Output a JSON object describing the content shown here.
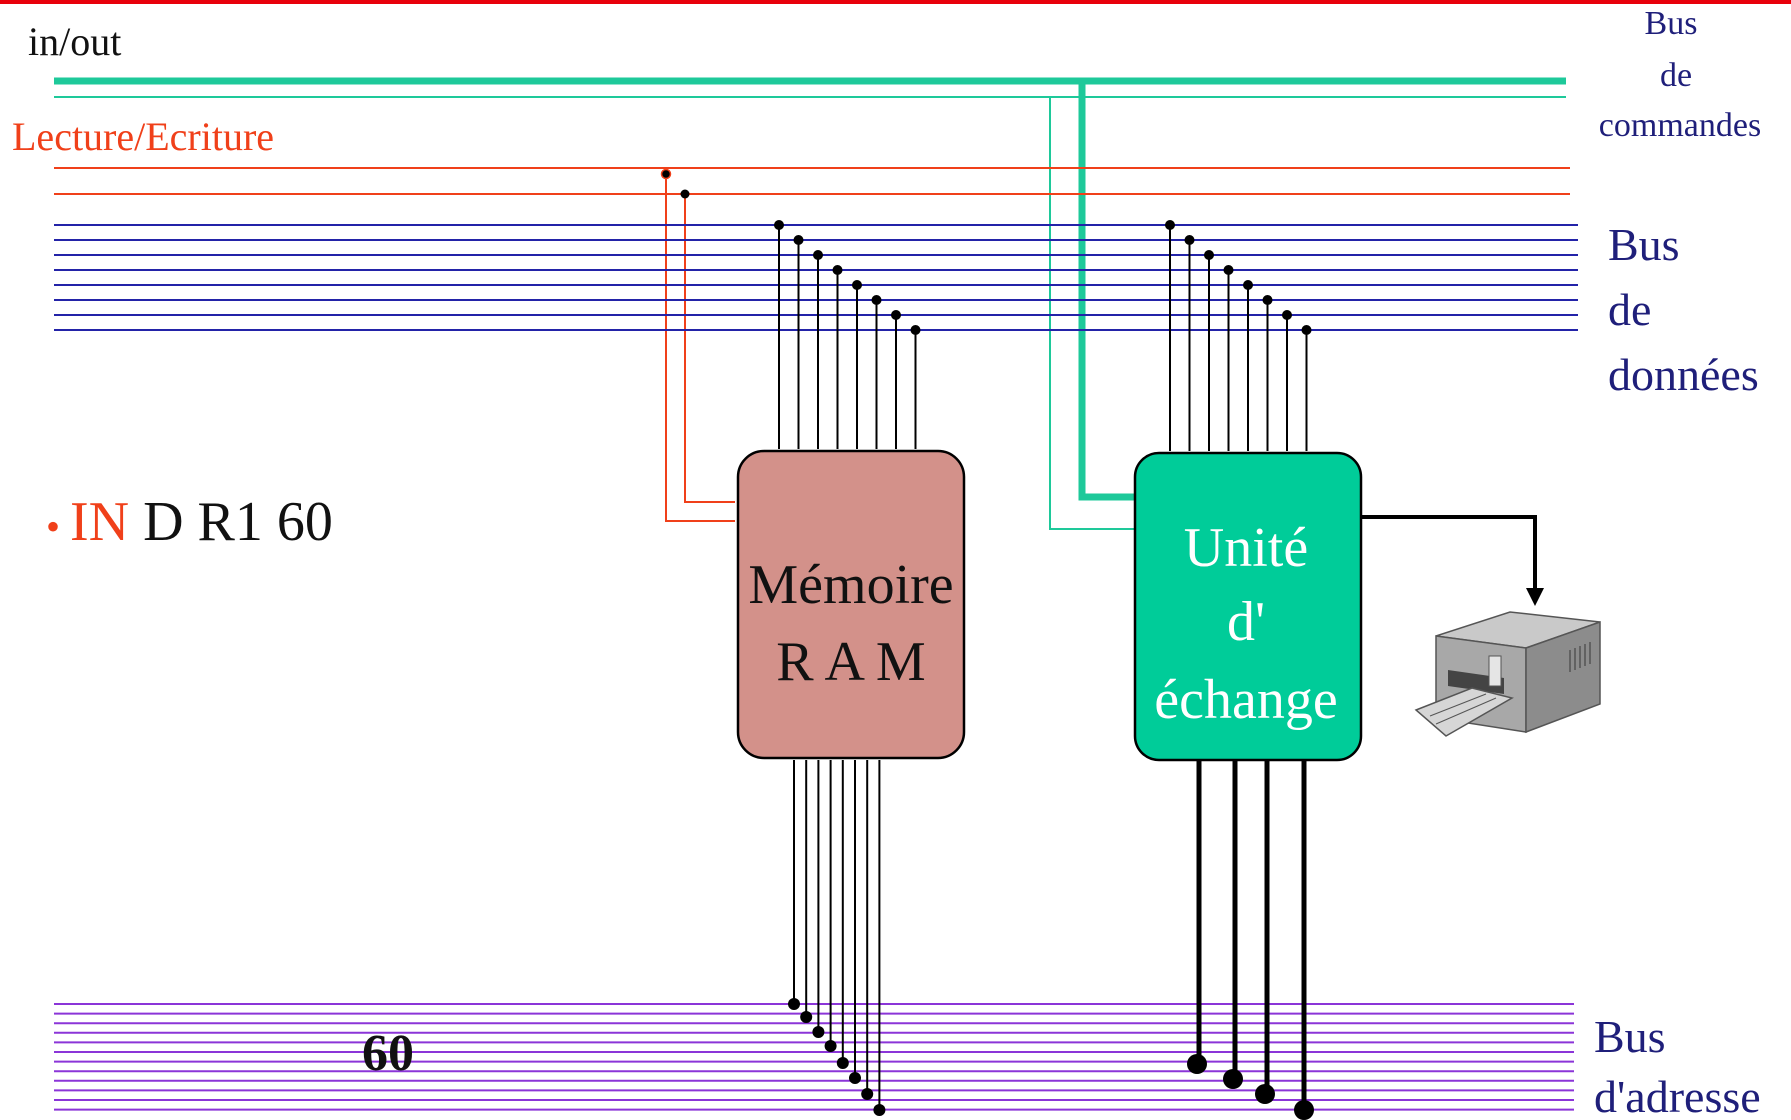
{
  "labels": {
    "in_out": "in/out",
    "lecture_ecriture": "Lecture/Ecriture",
    "bus_commandes": [
      "Bus",
      "de",
      "commandes"
    ],
    "bus_donnees": [
      "Bus",
      "de",
      "données"
    ],
    "bus_adresse": [
      "Bus",
      "d'adresse"
    ],
    "instruction": {
      "bullet": "•",
      "opcode": "IN",
      "operands": "D R1 60"
    },
    "address_value": "60",
    "memory_block": [
      "Mémoire",
      "R A M"
    ],
    "exchange_unit": [
      "Unité",
      "d'",
      "échange"
    ]
  },
  "icons": {
    "printer": "printer-icon"
  },
  "colors": {
    "top_border": "#e8000b",
    "command_bus": "#1ec99a",
    "read_write": "#f0401a",
    "data_bus": "#2323a8",
    "address_bus": "#8b35d8",
    "memory_fill": "#d3918a",
    "exchange_fill": "#00cc99",
    "navy_text": "#1f1f7a",
    "opcode_red": "#f0401a"
  },
  "bus_lines": {
    "data_bus_count": 8,
    "address_bus_count": 12
  }
}
